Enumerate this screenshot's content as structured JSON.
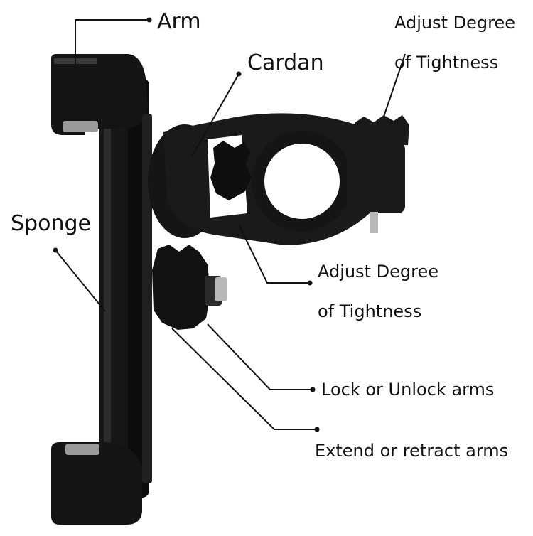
{
  "diagram": {
    "labels": {
      "arm": "Arm",
      "cardan": "Cardan",
      "sponge": "Sponge",
      "adjust_top_1": "Adjust Degree",
      "adjust_top_2": "of Tightness",
      "adjust_mid_1": "Adjust Degree",
      "adjust_mid_2": "of Tightness",
      "lock_unlock": "Lock or Unlock arms",
      "extend_retract": "Extend or retract arms"
    },
    "colors": {
      "background": "#ffffff",
      "text": "#111111",
      "leader_line": "#111111",
      "mount_body": "#1a1a1a",
      "mount_shadow": "#000000",
      "highlight": "#3a3a3a",
      "sponge_pad": "#9a9a9a",
      "bolt": "#b8b8b8"
    },
    "icons": [
      "phone-mount-illustration",
      "leader-dot"
    ]
  }
}
